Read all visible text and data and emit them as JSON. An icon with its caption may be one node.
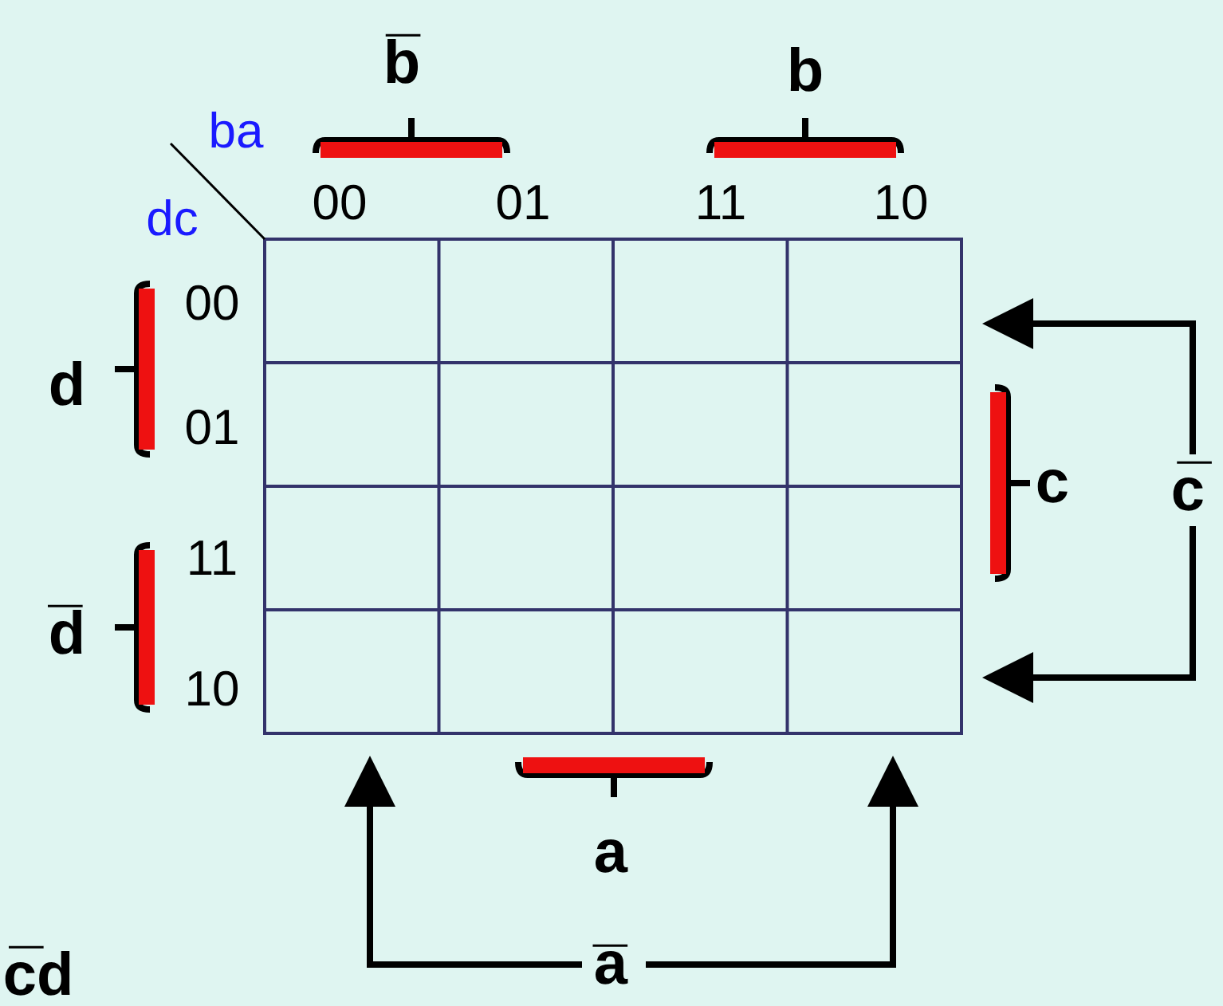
{
  "diagram": {
    "labels": [
      "b̅",
      "b",
      "ba",
      "00",
      "01",
      "11",
      "10",
      "dc",
      "00",
      "d",
      "01",
      "c",
      "c̅",
      "11",
      "d̅",
      "10",
      "a",
      "c̅d",
      "a̅"
    ]
  }
}
